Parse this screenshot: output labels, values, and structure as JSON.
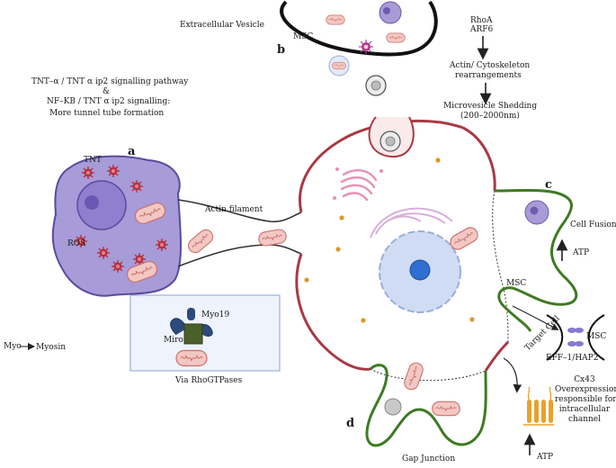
{
  "labels": {
    "extracellular_vesicle": "Extracellular Vesicle",
    "msc_top": "MSC",
    "panel_b": "b",
    "rhoa": "RhoA",
    "arf6": "ARF6",
    "actin_cyto_1": "Actin/ Cytoskeleton",
    "actin_cyto_2": "rearrangements",
    "shedding_1": "Microvesicle  Shedding",
    "shedding_2": "(200–2000nm)",
    "tnt_line1": "TNT–α / TNT α ip2 signalling pathway",
    "tnt_line2": "&",
    "tnt_line3": "NF–KB / TNT α ip2 signalling:",
    "tnt_line4": "More tunnel tube formation",
    "panel_a": "a",
    "tnt": "TNT",
    "ros": "ROS",
    "actin_filament": "Actin filament",
    "myo19": "Myo19",
    "miro": "Miro",
    "via_rhogtpases": "Via RhoGTPases",
    "myo": "Myo",
    "myosin": "Myosin",
    "panel_c": "c",
    "cell_fusion": "Cell Fusion",
    "atp_c": "ATP",
    "msc_mid": "MSC",
    "target_cell": "Target Cell",
    "msc_right": "MSC",
    "eff1": "EFF–1/HAP2",
    "panel_d": "d",
    "gap_junction": "Gap Junction",
    "cx43_1": "Cx43",
    "cx43_2": "Overexpression",
    "cx43_3": "responsible for",
    "cx43_4": "intracellular",
    "cx43_5": "channel",
    "atp_d": "ATP"
  },
  "colors": {
    "membrane_red": "#a83a45",
    "membrane_green": "#3e7a24",
    "purple_cell": "#a79bd8",
    "purple_cell_stroke": "#6c5aa8",
    "nucleus_blue": "#cfdcf4",
    "mito_pink": "#f3c7c2",
    "mito_stroke": "#c9716c",
    "virus_red": "#b53241",
    "gold_dot": "#d99a2b",
    "inset_bg": "#eef3fc",
    "connexin": "#e9a12a"
  }
}
